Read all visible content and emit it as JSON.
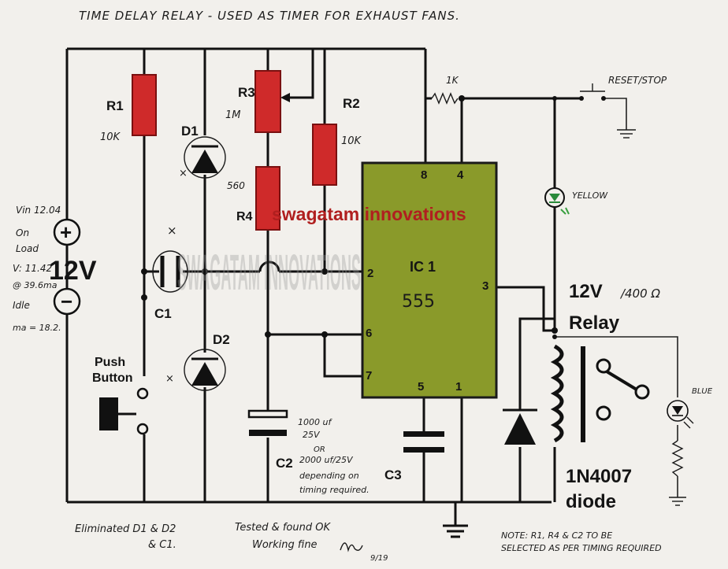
{
  "title": "TIME DELAY RELAY - USED AS TIMER FOR EXHAUST FANS.",
  "supply": {
    "voltage": "12V",
    "plus": "+",
    "minus": "−",
    "notes": [
      "Vin 12.04",
      "On",
      "Load",
      "V: 11.42",
      "@ 39.6ma",
      "Idle",
      "ma = 18.2."
    ]
  },
  "components": {
    "r1": {
      "label": "R1",
      "value": "10K"
    },
    "r2": {
      "label": "R2",
      "value": "10K"
    },
    "r3": {
      "label": "R3",
      "value": "1M"
    },
    "r4": {
      "label": "R4",
      "value": "560"
    },
    "d1": "D1",
    "d2": "D2",
    "c1": "C1",
    "c2": {
      "label": "C2",
      "note": [
        "1000 uf",
        "25V",
        "OR",
        "2000 uf/25V",
        "depending on",
        "timing required."
      ]
    },
    "c3": "C3",
    "ic": {
      "label": "IC 1",
      "part": "555",
      "pins": [
        "8",
        "4",
        "2",
        "3",
        "6",
        "7",
        "5",
        "1"
      ]
    },
    "push_button": [
      "Push",
      "Button"
    ],
    "resistor_1k": "1K",
    "reset": "RESET/STOP",
    "led_yellow": "YELLOW",
    "led_blue": "BLUE",
    "relay": {
      "voltage": "12V",
      "ohms": "/400 Ω",
      "label": "Relay"
    },
    "diode": [
      "1N4007",
      "diode"
    ]
  },
  "watermark": {
    "text": "swagatam innovations",
    "big": "SWAGATAM INNOVATIONS"
  },
  "footer": {
    "eliminated": [
      "Eliminated D1 & D2",
      "& C1."
    ],
    "tested": [
      "Tested & found OK",
      "Working fine"
    ],
    "signature_date": "9/19",
    "note": [
      "NOTE: R1, R4 & C2 TO BE",
      "SELECTED AS PER TIMING REQUIRED"
    ]
  },
  "marks": {
    "cross": "×"
  }
}
